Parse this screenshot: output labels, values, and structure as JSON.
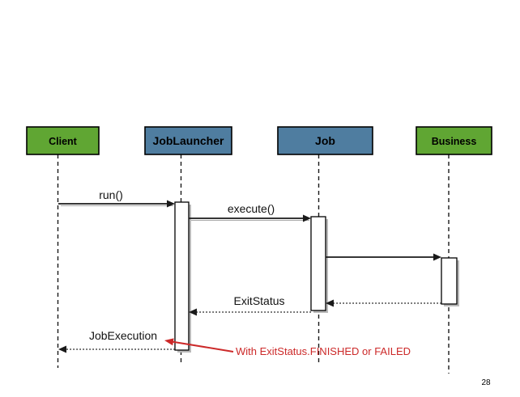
{
  "diagram": {
    "type": "uml-sequence-diagram",
    "actors": [
      {
        "name": "Client",
        "color": "#60A633",
        "role": "external"
      },
      {
        "name": "JobLauncher",
        "color": "#4F7DA0",
        "role": "component"
      },
      {
        "name": "Job",
        "color": "#4F7DA0",
        "role": "component"
      },
      {
        "name": "Business",
        "color": "#60A633",
        "role": "external"
      }
    ],
    "messages": [
      {
        "label": "run()",
        "from": "Client",
        "to": "JobLauncher",
        "style": "solid"
      },
      {
        "label": "execute()",
        "from": "JobLauncher",
        "to": "Job",
        "style": "solid"
      },
      {
        "label": "",
        "from": "Job",
        "to": "Business",
        "style": "solid"
      },
      {
        "label": "",
        "from": "Business",
        "to": "Job",
        "style": "dotted-return"
      },
      {
        "label": "ExitStatus",
        "from": "Job",
        "to": "JobLauncher",
        "style": "dotted-return"
      },
      {
        "label": "JobExecution",
        "from": "JobLauncher",
        "to": "Client",
        "style": "dotted-return"
      }
    ],
    "annotation": {
      "text": "With ExitStatus.FINISHED or FAILED",
      "color": "#CC2929",
      "points_to": "JobExecution"
    },
    "page_number": "28"
  },
  "colors": {
    "background": "#ffffff",
    "line_black": "#1a1a1a",
    "bar_shadow_gray": "#b9b9b9"
  }
}
